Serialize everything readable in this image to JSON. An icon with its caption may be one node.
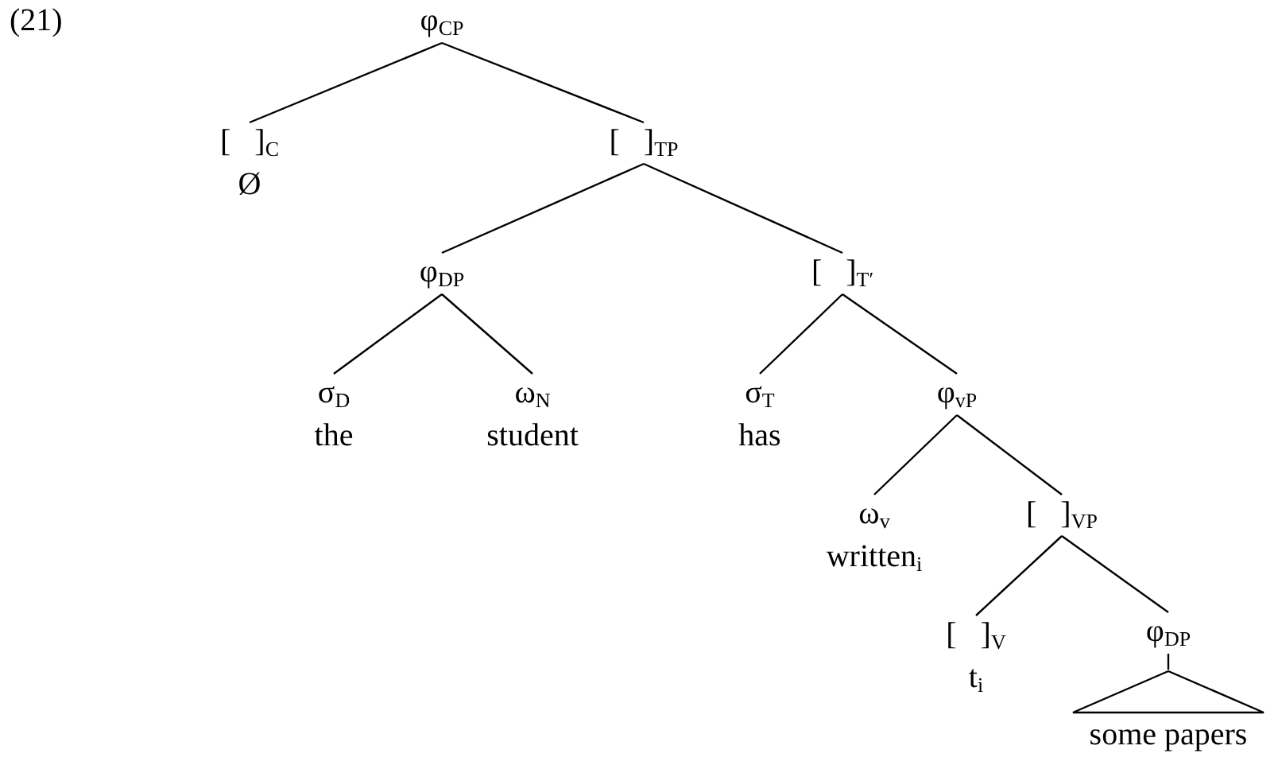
{
  "diagram": {
    "nodes": [
      {
        "text": [
          "φ$_{CP}$"
        ]
      },
      {
        "text": [
          "[   ]$_{C}$",
          "Ø"
        ]
      },
      {
        "text": [
          "[   ]$_{TP}$"
        ]
      },
      {
        "text": [
          "φ$_{DP}$"
        ]
      },
      {
        "text": [
          "σ$_{D}$",
          "the"
        ]
      },
      {
        "text": [
          "ω$_{N}$",
          "student"
        ]
      },
      {
        "text": [
          "[   ]$_{T′}$"
        ]
      },
      {
        "text": [
          "σ$_{T}$",
          "has"
        ]
      },
      {
        "text": [
          "φ$_{vP}$"
        ]
      },
      {
        "text": [
          "ω$_{v}$",
          "written$_{i}$"
        ]
      },
      {
        "text": [
          "[   ]$_{VP}$"
        ]
      },
      {
        "text": [
          "[   ]$_{V}$",
          "t$_{i}$"
        ]
      },
      {
        "text": [
          "φ$_{DP}$"
        ]
      },
      {
        "text": [],
        "shape": "triangle",
        "beside": [
          "some papers"
        ]
      }
    ],
    "edges": [
      {
        "from": 0,
        "to": 1,
        "arrow": "none"
      },
      {
        "from": 0,
        "to": 2,
        "arrow": "none"
      },
      {
        "from": 2,
        "to": 3,
        "arrow": "none"
      },
      {
        "from": 2,
        "to": 6,
        "arrow": "none"
      },
      {
        "from": 3,
        "to": 4,
        "arrow": "none"
      },
      {
        "from": 3,
        "to": 5,
        "arrow": "none"
      },
      {
        "from": 6,
        "to": 7,
        "arrow": "none"
      },
      {
        "from": 6,
        "to": 8,
        "arrow": "none"
      },
      {
        "from": 8,
        "to": 9,
        "arrow": "none"
      },
      {
        "from": 8,
        "to": 10,
        "arrow": "none"
      },
      {
        "from": 10,
        "to": 11,
        "arrow": "none"
      },
      {
        "from": 10,
        "to": 12,
        "arrow": "none"
      },
      {
        "from": 12,
        "to": 13,
        "arrow": "none"
      }
    ],
    "labels": [
      "(21)"
    ]
  }
}
